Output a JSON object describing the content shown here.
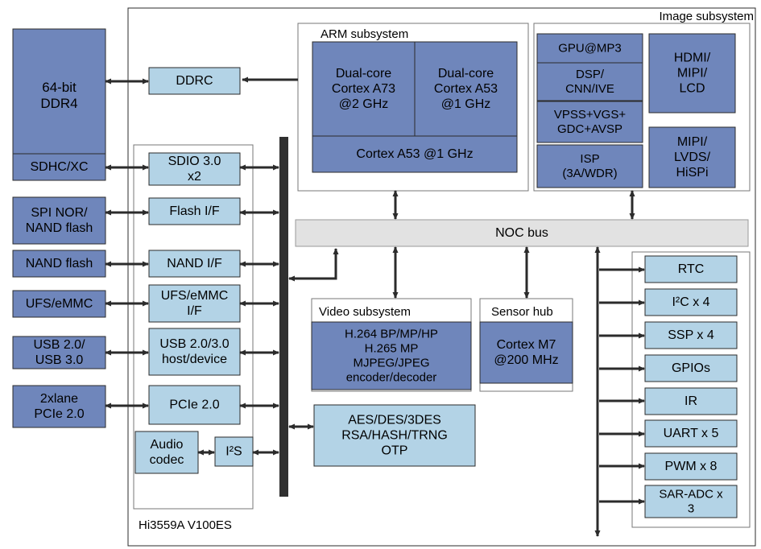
{
  "chip": {
    "name": "Hi3559A V100ES",
    "image_subsystem_title": "Image subsystem"
  },
  "external": {
    "ddr4": [
      "64-bit",
      "DDR4"
    ],
    "sdhc": [
      "SDHC/XC"
    ],
    "spi": [
      "SPI NOR/",
      "NAND flash"
    ],
    "nand": [
      "NAND flash"
    ],
    "ufs": [
      "UFS/eMMC"
    ],
    "usb": [
      "USB 2.0/",
      "USB 3.0"
    ],
    "pcie": [
      "2xlane",
      "PCIe 2.0"
    ]
  },
  "ddrc": [
    "DDRC"
  ],
  "io": {
    "sdio": [
      "SDIO 3.0",
      "x2"
    ],
    "flash_if": [
      "Flash I/F"
    ],
    "nand_if": [
      "NAND I/F"
    ],
    "ufs_if": [
      "UFS/eMMC",
      "I/F"
    ],
    "usb_host": [
      "USB 2.0/3.0",
      "host/device"
    ],
    "pcie_ctrl": [
      "PCIe 2.0"
    ],
    "audio_codec": [
      "Audio",
      "codec"
    ],
    "i2s": "I²S"
  },
  "arm": {
    "title": "ARM subsystem",
    "a73": [
      "Dual-core",
      "Cortex A73",
      "@2 GHz"
    ],
    "a53_dual": [
      "Dual-core",
      "Cortex A53",
      "@1 GHz"
    ],
    "a53_single": [
      "Cortex A53 @1 GHz"
    ]
  },
  "image": {
    "gpu": [
      "GPU@MP3"
    ],
    "dsp": [
      "DSP/",
      "CNN/IVE"
    ],
    "vpss": [
      "VPSS+VGS+",
      "GDC+AVSP"
    ],
    "isp": [
      "ISP",
      "(3A/WDR)"
    ],
    "hdmi": [
      "HDMI/",
      "MIPI/",
      "LCD"
    ],
    "mipi": [
      "MIPI/",
      "LVDS/",
      "HiSPi"
    ]
  },
  "noc": [
    "NOC bus"
  ],
  "video": {
    "title": "Video subsystem",
    "codec": [
      "H.264 BP/MP/HP",
      "H.265 MP",
      "MJPEG/JPEG",
      "encoder/decoder"
    ]
  },
  "sensor": {
    "title": "Sensor hub",
    "core": [
      "Cortex M7",
      "@200 MHz"
    ]
  },
  "security": [
    "AES/DES/3DES",
    "RSA/HASH/TRNG",
    "OTP"
  ],
  "peripherals": {
    "rtc": [
      "RTC"
    ],
    "i2c": "I²C x 4",
    "ssp": [
      "SSP x 4"
    ],
    "gpio": [
      "GPIOs"
    ],
    "ir": [
      "IR"
    ],
    "uart": [
      "UART x 5"
    ],
    "pwm": [
      "PWM x 8"
    ],
    "sar_adc": [
      "SAR-ADC x",
      "3"
    ]
  },
  "colors": {
    "dark_box": "#6f86bb",
    "light_box": "#b3d3e6",
    "bus_gray": "#e2e2e2",
    "bus_bar": "#303030",
    "stroke": "#2b2b2b"
  }
}
